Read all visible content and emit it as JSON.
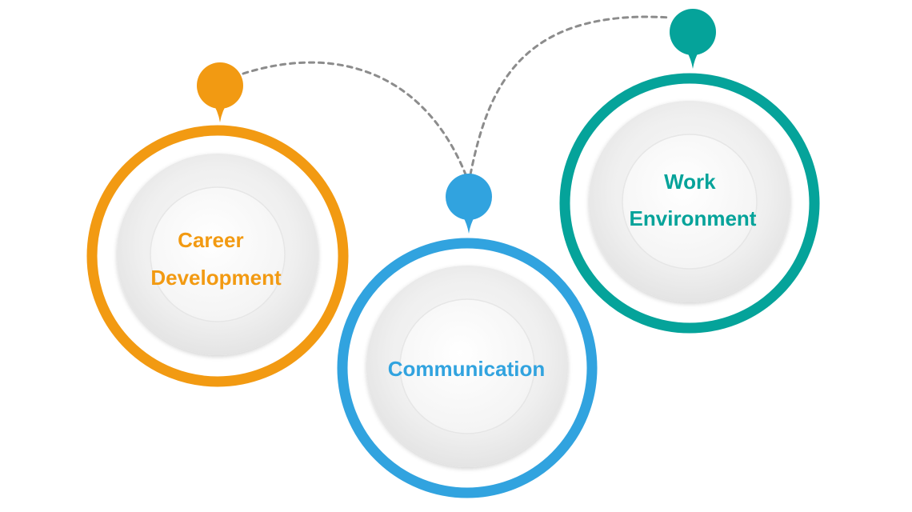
{
  "colors": {
    "orange": "#F29A12",
    "blue": "#31A3DF",
    "teal": "#05A39A",
    "connector": "#8C8C8C",
    "inner_disc": "#EDEDED",
    "inner_center": "#FFFFFF"
  },
  "nodes": [
    {
      "id": "career-development",
      "lines": [
        "Career",
        "Development"
      ],
      "color": "#F29A12",
      "marker_icon": "map-pin-icon"
    },
    {
      "id": "communication",
      "lines": [
        "Communication"
      ],
      "color": "#31A3DF",
      "marker_icon": "map-pin-icon"
    },
    {
      "id": "work-environment",
      "lines": [
        "Work",
        "Environment"
      ],
      "color": "#05A39A",
      "marker_icon": "map-pin-icon"
    }
  ]
}
